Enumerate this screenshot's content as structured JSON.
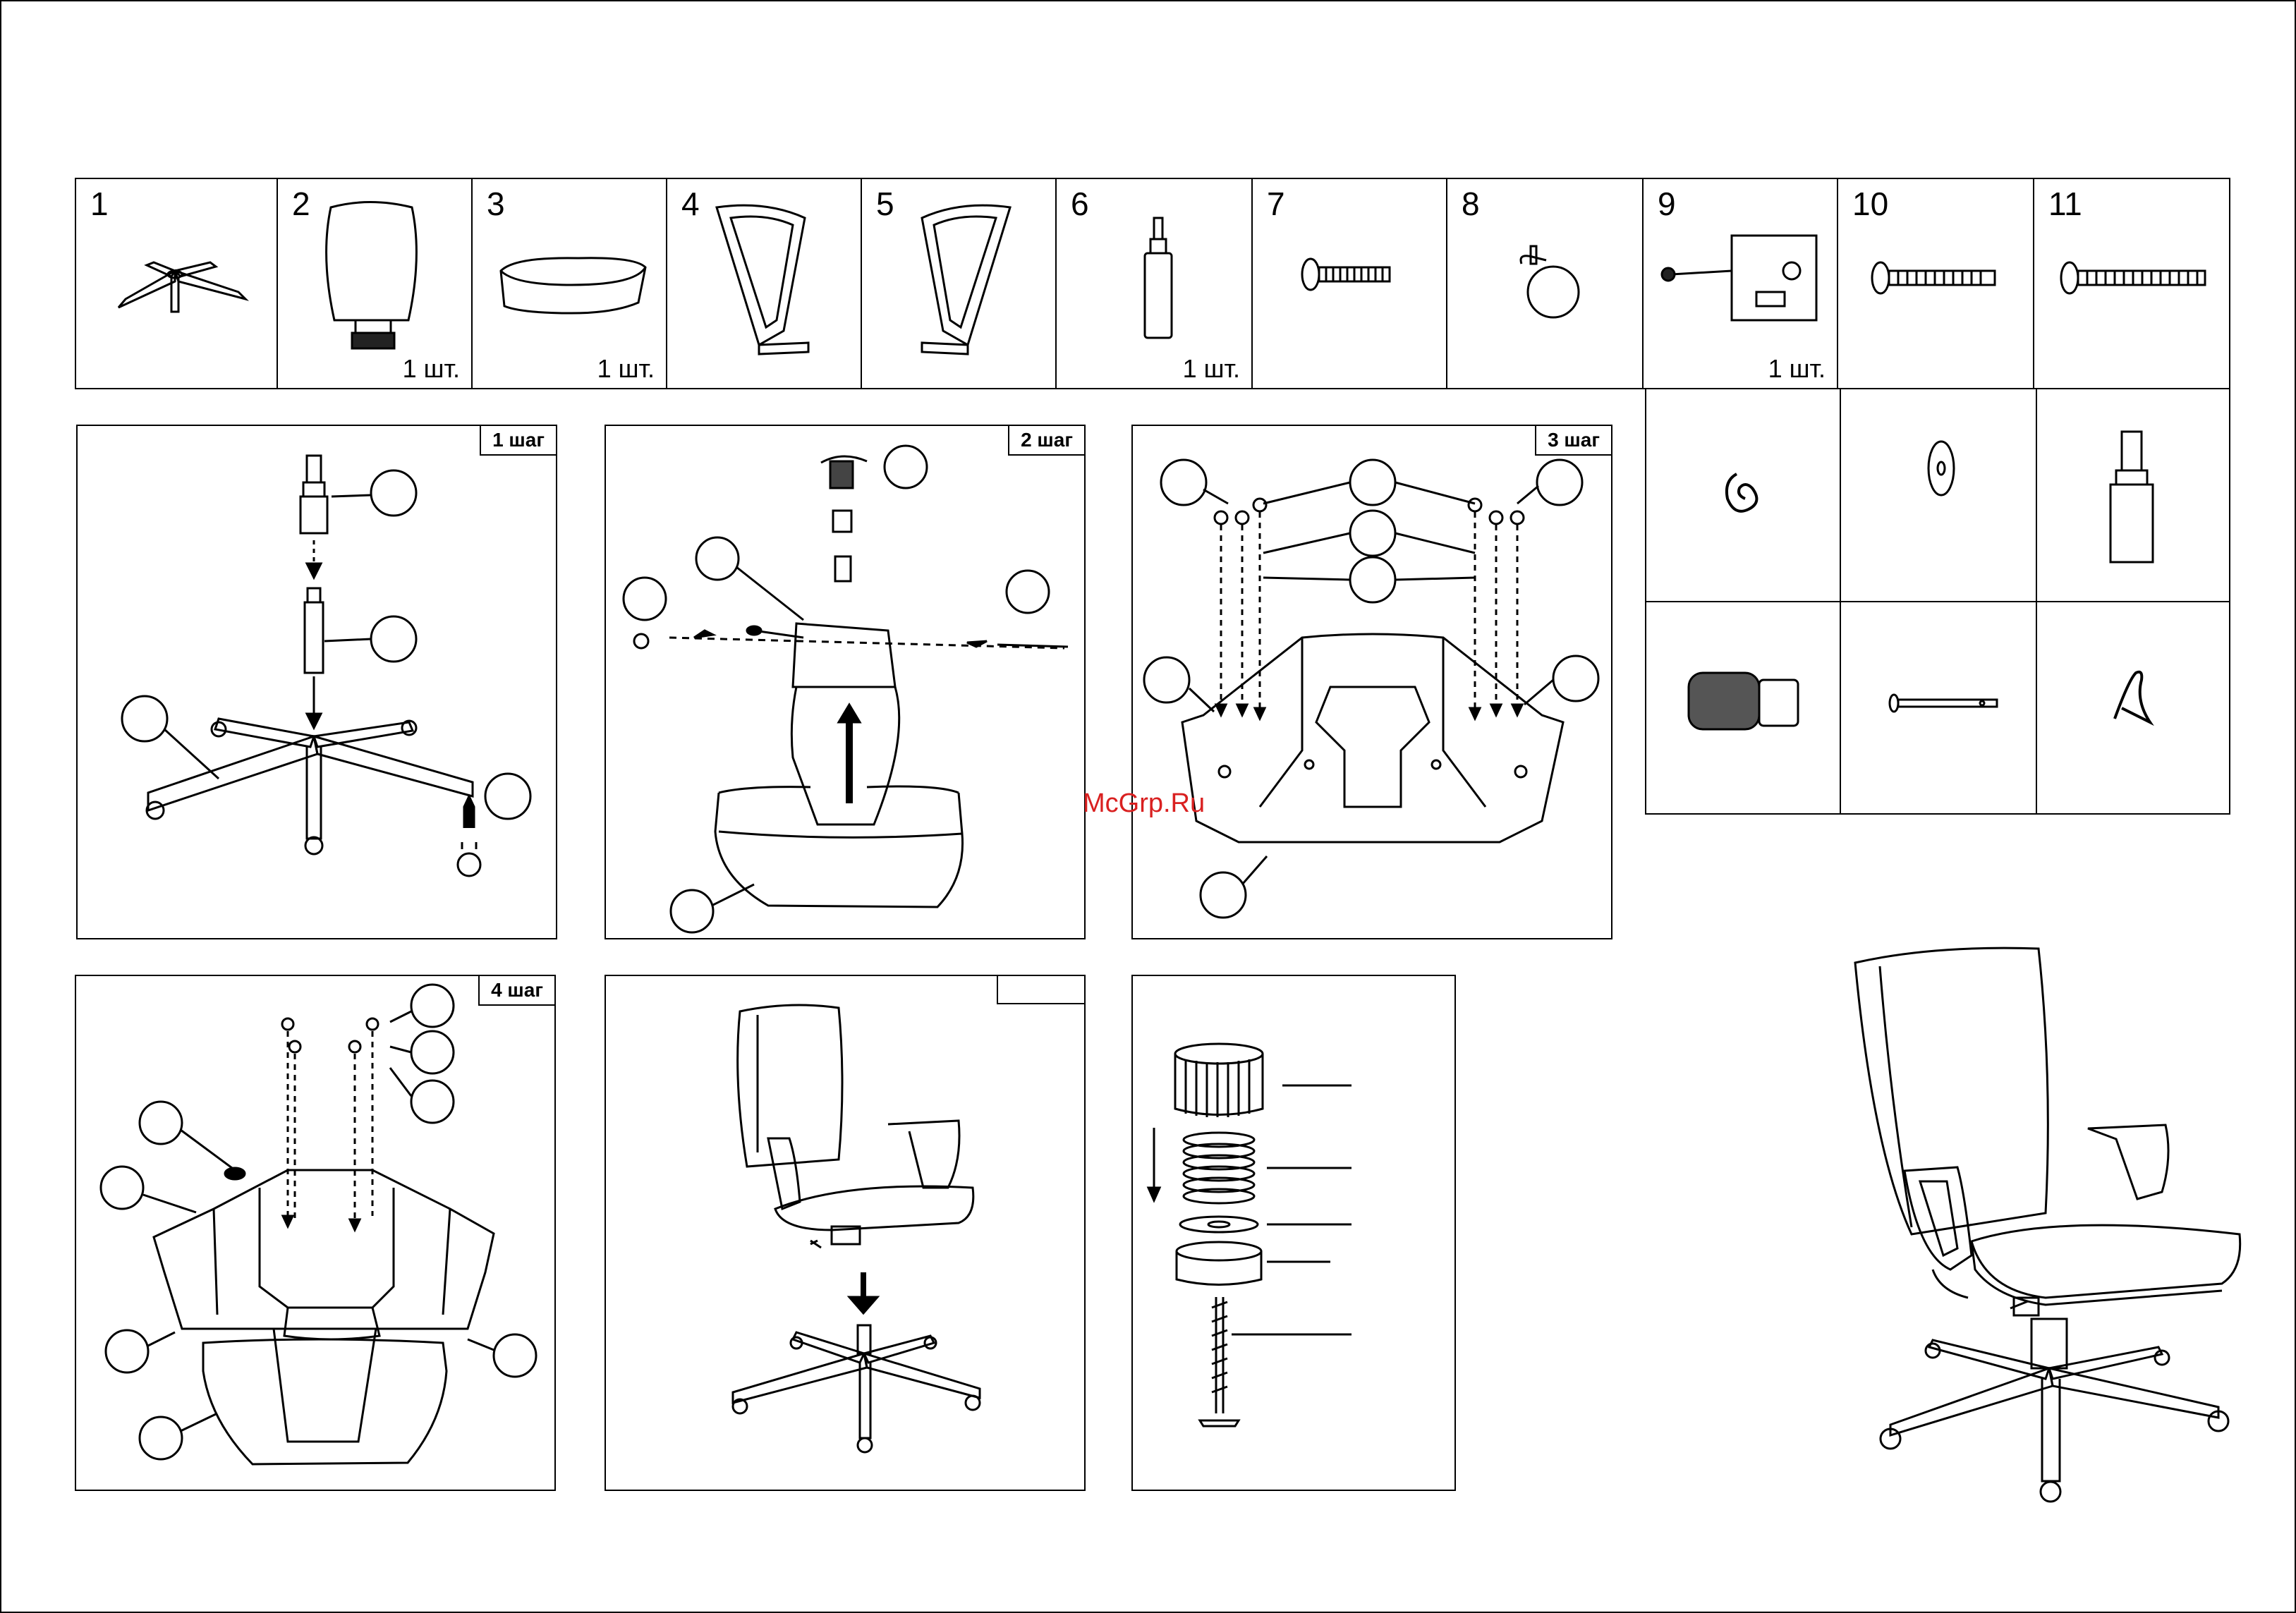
{
  "watermark": "McGrp.Ru",
  "parts": [
    {
      "num": "1",
      "qty": "",
      "icon": "chair-base-icon"
    },
    {
      "num": "2",
      "qty": "1  шт.",
      "icon": "backrest-icon"
    },
    {
      "num": "3",
      "qty": "1  шт.",
      "icon": "seat-icon"
    },
    {
      "num": "4",
      "qty": "",
      "icon": "armrest-left-icon"
    },
    {
      "num": "5",
      "qty": "",
      "icon": "armrest-right-icon"
    },
    {
      "num": "6",
      "qty": "1  шт.",
      "icon": "gas-lift-icon"
    },
    {
      "num": "7",
      "qty": "",
      "icon": "short-screw-icon"
    },
    {
      "num": "8",
      "qty": "",
      "icon": "caster-icon"
    },
    {
      "num": "9",
      "qty": "1 шт.",
      "icon": "mechanism-icon"
    },
    {
      "num": "10",
      "qty": "",
      "icon": "medium-screw-icon"
    },
    {
      "num": "11",
      "qty": "",
      "icon": "long-screw-icon"
    }
  ],
  "extra_parts": [
    {
      "icon": "spring-washer-icon"
    },
    {
      "icon": "flat-washer-icon"
    },
    {
      "icon": "cylinder-cover-icon"
    },
    {
      "icon": "adjustment-knob-icon"
    },
    {
      "icon": "pin-icon"
    },
    {
      "icon": "cotter-clip-icon"
    }
  ],
  "steps": [
    {
      "label": "1 шаг"
    },
    {
      "label": "2 шаг"
    },
    {
      "label": "3 шаг"
    },
    {
      "label": "4 шаг"
    },
    {
      "label": ""
    }
  ]
}
